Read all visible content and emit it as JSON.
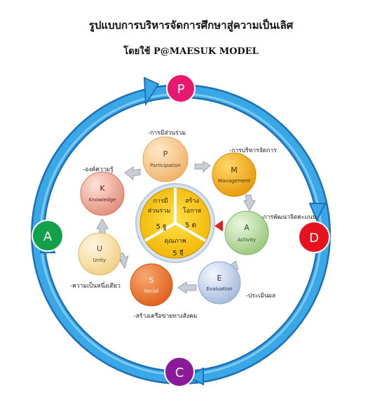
{
  "title": "รูปแบบการบริหารจัดการศึกษาสู่ความเป็นเลิศ",
  "subtitle": "โดยใช้ P@MAESUK MODEL",
  "outer_cycle": [
    {
      "letter": "P",
      "color": "#e8186e"
    },
    {
      "letter": "D",
      "color": "#e8121f"
    },
    {
      "letter": "C",
      "color": "#8a1a9a"
    },
    {
      "letter": "A",
      "color": "#12a04a"
    }
  ],
  "inner_steps": [
    {
      "letter": "P",
      "name": "Participation",
      "thai": "-การมีส่วนร่วม",
      "color": "#f7c98a"
    },
    {
      "letter": "M",
      "name": "Management",
      "thai": "-การบริหารจัดการ",
      "color": "#f2a818"
    },
    {
      "letter": "A",
      "name": "Activity",
      "thai": "-การพัฒนาจิตคะแนน",
      "color": "#b8dca0"
    },
    {
      "letter": "E",
      "name": "Evaluation",
      "thai": "-ประเมินผล",
      "color": "#c3d3ea"
    },
    {
      "letter": "S",
      "name": "Social",
      "thai": "-สร้างเครือข่ายทางสังคม",
      "color": "#ec7a2e"
    },
    {
      "letter": "U",
      "name": "Unity",
      "thai": "-ความเป็นหนึ่งเดียว",
      "color": "#f9e0a8"
    },
    {
      "letter": "K",
      "name": "Knowledge",
      "thai": "-องค์ความรู้",
      "color": "#f2b0a0"
    }
  ],
  "center": {
    "seg1_line1": "การมี",
    "seg1_line2": "ส่วนร่วม",
    "seg1_num": "5 ฐ",
    "seg2_line1": "สร้าง",
    "seg2_line2": "โอกาส",
    "seg2_num": "5 ต",
    "seg3_line1": "คุณภาพ",
    "seg3_num": "5 จี"
  }
}
